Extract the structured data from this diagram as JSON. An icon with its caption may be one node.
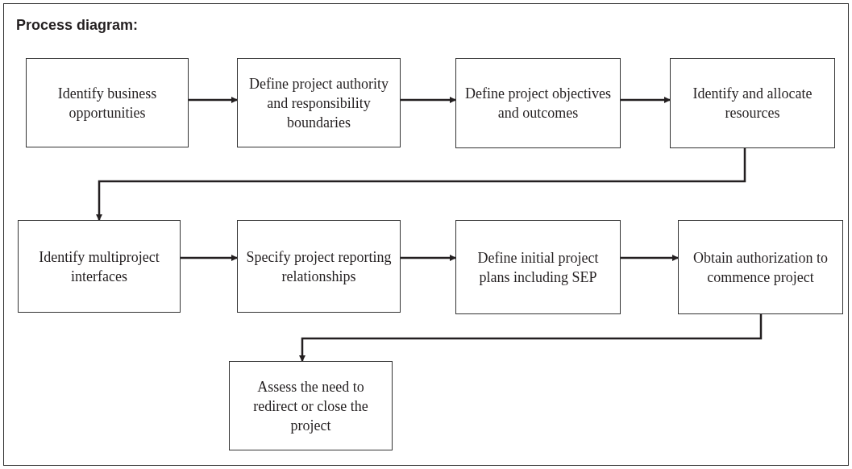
{
  "diagram": {
    "title": "Process diagram:",
    "nodes": [
      {
        "text": [
          "Identify business opportunities"
        ]
      },
      {
        "text": [
          "Define project authority and responsibility boundaries"
        ]
      },
      {
        "text": [
          "Define project objectives and outcomes"
        ]
      },
      {
        "text": [
          "Identify and allocate resources"
        ]
      },
      {
        "text": [
          "Identify multiproject interfaces"
        ]
      },
      {
        "text": [
          "Specify project reporting relationships"
        ]
      },
      {
        "text": [
          "Define initial project plans including SEP"
        ]
      },
      {
        "text": [
          "Obtain authorization to commence project"
        ]
      },
      {
        "text": [
          "Assess the need to redirect or close the project"
        ]
      }
    ],
    "edges": [
      {
        "from": 0,
        "to": 1,
        "arrow": "to"
      },
      {
        "from": 1,
        "to": 2,
        "arrow": "to"
      },
      {
        "from": 2,
        "to": 3,
        "arrow": "to"
      },
      {
        "from": 3,
        "to": 4,
        "arrow": "to"
      },
      {
        "from": 4,
        "to": 5,
        "arrow": "to"
      },
      {
        "from": 5,
        "to": 6,
        "arrow": "to"
      },
      {
        "from": 6,
        "to": 7,
        "arrow": "to"
      },
      {
        "from": 7,
        "to": 8,
        "arrow": "to"
      }
    ]
  }
}
